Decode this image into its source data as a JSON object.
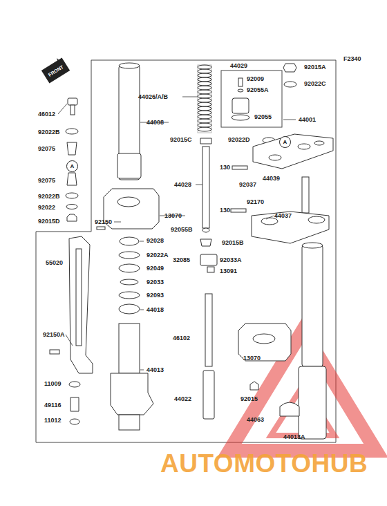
{
  "diagram": {
    "nodes": [
      {
        "text": [
          "FRONT"
        ]
      },
      {
        "text": [
          "A"
        ]
      },
      {
        "text": [
          "A"
        ]
      }
    ],
    "labels": [
      "F2340",
      "44029",
      "44026/A/B",
      "92009",
      "92055A",
      "92015A",
      "92022C",
      "92055",
      "44001",
      "46012",
      "44008",
      "92022B",
      "92075",
      "92075",
      "92022B",
      "92022",
      "92015D",
      "92015C",
      "92022D",
      "130",
      "92037",
      "44039",
      "44028",
      "92170",
      "130",
      "44037",
      "13070",
      "92150",
      "92055B",
      "92015B",
      "92028",
      "92022A",
      "92049",
      "32085",
      "92033A",
      "13091",
      "92033",
      "92093",
      "44018",
      "55020",
      "46102",
      "92150A",
      "44013",
      "13070",
      "11009",
      "44022",
      "92015",
      "49116",
      "44063",
      "11012",
      "44013A",
      "AUTOMOTOHUB"
    ]
  }
}
